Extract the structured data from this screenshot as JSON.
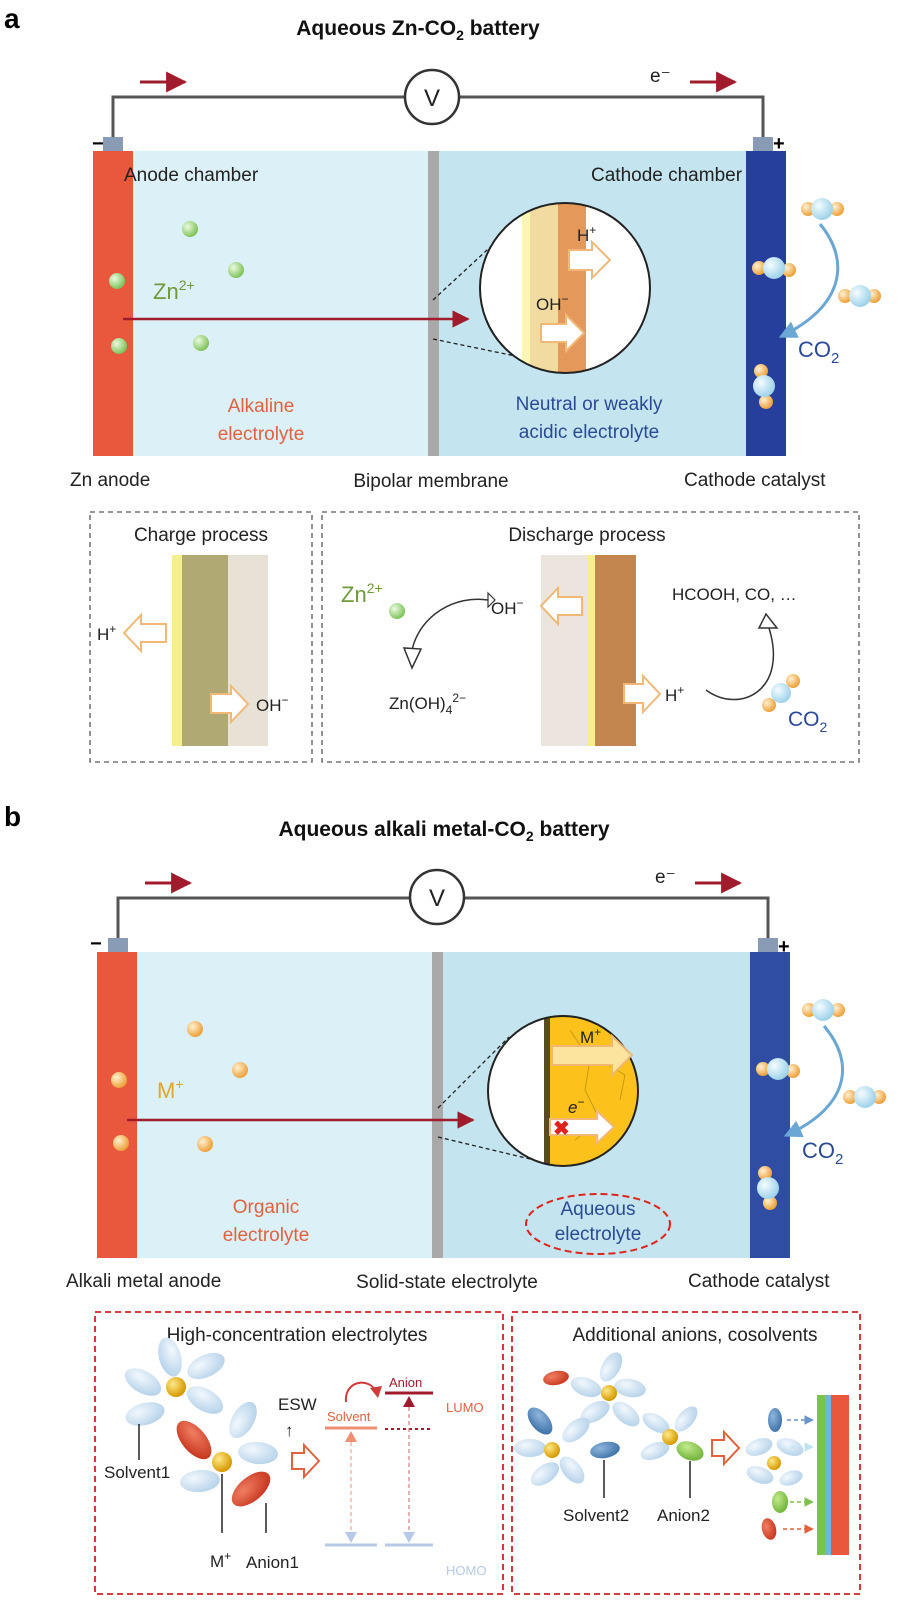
{
  "panel_a": {
    "letter": "a",
    "title": "Aqueous Zn-CO",
    "title_sub": "2",
    "title_end": " battery",
    "voltmeter": "V",
    "electron": "e⁻",
    "minus": "−",
    "plus": "+",
    "anode_chamber": "Anode chamber",
    "cathode_chamber": "Cathode chamber",
    "zn_ion": "Zn",
    "zn_ion_sup": "2+",
    "h_plus": "H",
    "h_plus_sup": "+",
    "oh_minus": "OH",
    "oh_minus_sup": "−",
    "co2": "CO",
    "co2_sub": "2",
    "left_electrolyte": [
      "Alkaline",
      "electrolyte"
    ],
    "right_electrolyte": [
      "Neutral or weakly",
      "acidic electrolyte"
    ],
    "zn_anode": "Zn anode",
    "bipolar_membrane": "Bipolar membrane",
    "cathode_catalyst": "Cathode catalyst",
    "charge_box": {
      "title": "Charge process",
      "h": "H",
      "h_sup": "+",
      "oh": "OH",
      "oh_sup": "−"
    },
    "discharge_box": {
      "title": "Discharge process",
      "zn": "Zn",
      "zn_sup": "2+",
      "oh": "OH",
      "oh_sup": "−",
      "zincate": "Zn(OH)",
      "zincate_sub": "4",
      "zincate_sup": "2−",
      "products": "HCOOH, CO, …",
      "h": "H",
      "h_sup": "+",
      "co2": "CO",
      "co2_sub": "2"
    }
  },
  "panel_b": {
    "letter": "b",
    "title": "Aqueous alkali metal-CO",
    "title_sub": "2",
    "title_end": " battery",
    "voltmeter": "V",
    "electron": "e⁻",
    "minus": "−",
    "plus": "+",
    "m_ion": "M",
    "m_ion_sup": "+",
    "inset_m": "M",
    "inset_m_sup": "+",
    "inset_e": "e",
    "inset_e_sup": "−",
    "co2": "CO",
    "co2_sub": "2",
    "left_electrolyte": [
      "Organic",
      "electrolyte"
    ],
    "right_electrolyte": [
      "Aqueous",
      "electrolyte"
    ],
    "anode": "Alkali metal anode",
    "separator": "Solid-state electrolyte",
    "cathode_catalyst": "Cathode catalyst",
    "hce_box": {
      "title": "High-concentration electrolytes",
      "solvent1": "Solvent1",
      "m": "M",
      "m_sup": "+",
      "anion1": "Anion1",
      "esw": "ESW",
      "esw_arrow": "↑",
      "solvent": "Solvent",
      "anion": "Anion",
      "lumo": "LUMO",
      "homo": "HOMO"
    },
    "add_box": {
      "title": "Additional anions, cosolvents",
      "solvent2": "Solvent2",
      "anion2": "Anion2"
    }
  },
  "colors": {
    "anode": "#e9583c",
    "cathode_a": "#263e9c",
    "cathode_b": "#2f4da3",
    "electrolyte_left": "#dcf0f7",
    "electrolyte_right": "#c4e5ef",
    "membrane": "#a9a9a9",
    "wire": "#555555",
    "arrow_red": "#a01c2c",
    "zn_green": "#8fcf6a",
    "m_gold": "#f0b13a"
  }
}
